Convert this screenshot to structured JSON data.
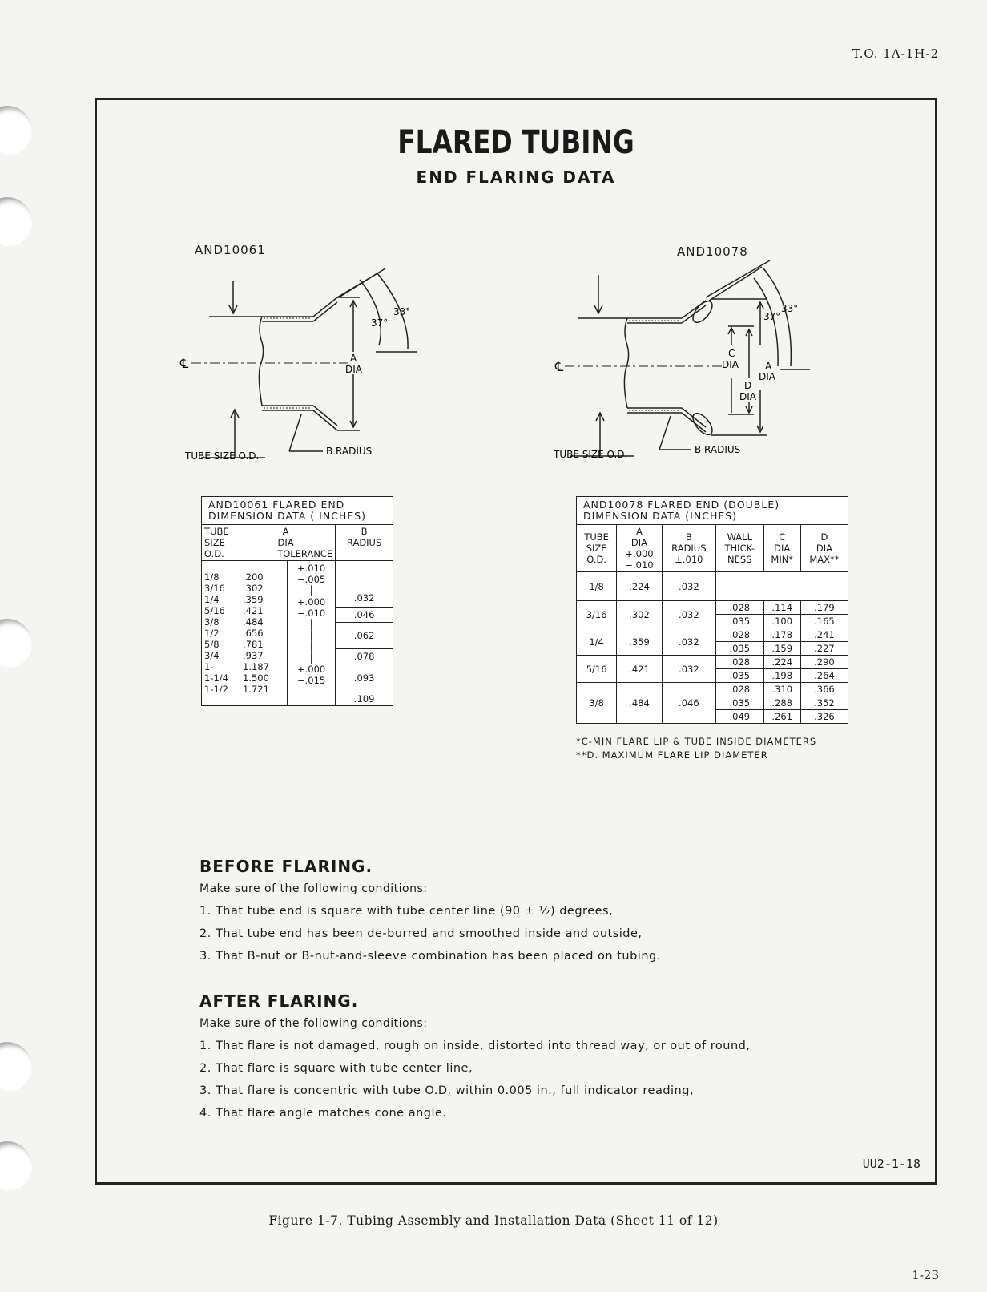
{
  "header": {
    "to_number": "T.O. 1A-1H-2"
  },
  "title": "FLARED TUBING",
  "subtitle": "END FLARING DATA",
  "diagrams": {
    "left": {
      "name": "AND10061",
      "angle_37": "37°",
      "angle_33": "33°",
      "centerline": "℄",
      "a_dia_1": "A",
      "a_dia_2": "DIA",
      "tube_size": "TUBE SIZE O.D.",
      "b_radius": "B RADIUS"
    },
    "right": {
      "name": "AND10078",
      "angle_37": "37°",
      "angle_33": "33°",
      "centerline": "℄",
      "c_dia_1": "C",
      "c_dia_2": "DIA",
      "a_dia_1": "A",
      "a_dia_2": "DIA",
      "d_dia_1": "D",
      "d_dia_2": "DIA",
      "tube_size": "TUBE SIZE O.D.",
      "b_radius": "B RADIUS"
    }
  },
  "table1": {
    "title1": "AND10061 FLARED END",
    "title2": "DIMENSION DATA ( INCHES)",
    "col_tube": [
      "TUBE",
      "SIZE",
      "O.D."
    ],
    "col_a": [
      "A",
      "DIA",
      "TOLERANCE"
    ],
    "col_b": [
      "B",
      "RADIUS"
    ],
    "sizes": [
      "1/8",
      "3/16",
      "1/4",
      "5/16",
      "3/8",
      "1/2",
      "5/8",
      "3/4",
      "1-",
      "1-1/4",
      "1-1/2"
    ],
    "dias": [
      ".200",
      ".302",
      ".359",
      ".421",
      ".484",
      ".656",
      ".781",
      ".937",
      "1.187",
      "1.500",
      "1.721"
    ],
    "tol_1": [
      "+.010",
      "−.005"
    ],
    "tol_2": [
      "+.000",
      "−.010"
    ],
    "tol_3": [
      "+.000",
      "−.015"
    ],
    "radii": [
      ".032",
      ".046",
      ".062",
      ".078",
      ".093",
      ".109"
    ]
  },
  "table2": {
    "title1": "AND10078 FLARED END (DOUBLE)",
    "title2": "DIMENSION DATA (INCHES)",
    "col_tube": [
      "TUBE",
      "SIZE",
      "O.D."
    ],
    "col_a": [
      "A",
      "DIA",
      "+.000",
      "−.010"
    ],
    "col_b": [
      "B",
      "RADIUS",
      "±.010"
    ],
    "col_wall": [
      "WALL",
      "THICK-",
      "NESS"
    ],
    "col_c": [
      "C",
      "DIA",
      "MIN*"
    ],
    "col_d": [
      "D",
      "DIA",
      "MAX**"
    ],
    "groups": [
      {
        "size": "1/8",
        "a": ".224",
        "b": ".032",
        "rows": []
      },
      {
        "size": "3/16",
        "a": ".302",
        "b": ".032",
        "rows": [
          [
            ".028",
            ".114",
            ".179"
          ],
          [
            ".035",
            ".100",
            ".165"
          ]
        ]
      },
      {
        "size": "1/4",
        "a": ".359",
        "b": ".032",
        "rows": [
          [
            ".028",
            ".178",
            ".241"
          ],
          [
            ".035",
            ".159",
            ".227"
          ]
        ]
      },
      {
        "size": "5/16",
        "a": ".421",
        "b": ".032",
        "rows": [
          [
            ".028",
            ".224",
            ".290"
          ],
          [
            ".035",
            ".198",
            ".264"
          ]
        ]
      },
      {
        "size": "3/8",
        "a": ".484",
        "b": ".046",
        "rows": [
          [
            ".028",
            ".310",
            ".366"
          ],
          [
            ".035",
            ".288",
            ".352"
          ],
          [
            ".049",
            ".261",
            ".326"
          ]
        ]
      }
    ],
    "footnote1": "*C-MIN FLARE LIP & TUBE INSIDE DIAMETERS",
    "footnote2": "**D. MAXIMUM FLARE LIP DIAMETER"
  },
  "before": {
    "heading": "BEFORE FLARING.",
    "intro": "Make sure of the following conditions:",
    "items": [
      "1.  That tube end is square with tube center line (90 ± ½) degrees,",
      "2.  That tube end has been de-burred and smoothed inside and outside,",
      "3.  That B-nut or B-nut-and-sleeve combination has been placed on tubing."
    ]
  },
  "after": {
    "heading": "AFTER FLARING.",
    "intro": "Make sure of the following conditions:",
    "items": [
      "1.  That flare is not damaged, rough on inside, distorted into thread way, or out of round,",
      "2.  That flare is square with tube center line,",
      "3.  That flare is concentric with tube O.D. within 0.005 in., full indicator reading,",
      "4.  That flare angle matches cone angle."
    ]
  },
  "figure_code": "UU2-1-18",
  "caption": "Figure 1-7.   Tubing Assembly and Installation Data (Sheet 11 of 12)",
  "page_number": "1-23"
}
